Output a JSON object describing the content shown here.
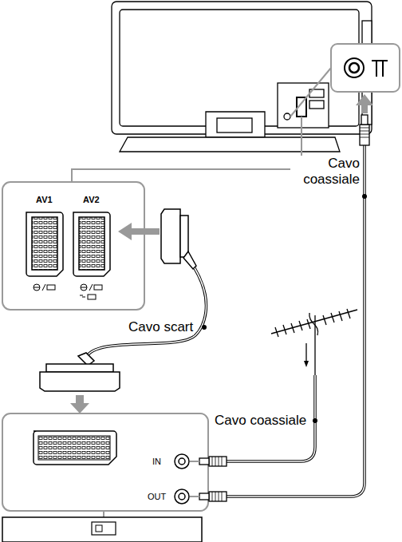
{
  "diagram": {
    "labels": [
      "AV1",
      "AV2",
      "Cavo coassiale",
      "Cavo scart",
      "Cavo coassiale",
      "IN",
      "OUT"
    ]
  }
}
